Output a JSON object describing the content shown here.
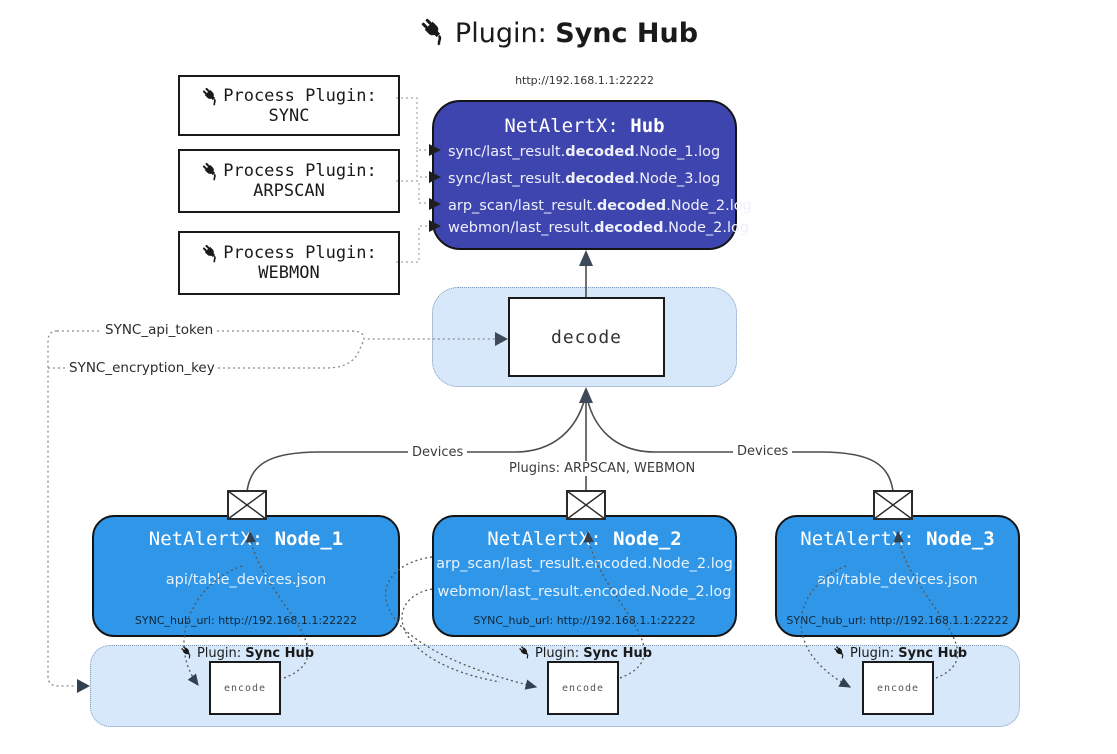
{
  "title": {
    "prefix": "Plugin: ",
    "bold": "Sync Hub"
  },
  "process_plugins": [
    {
      "label": "Process Plugin:",
      "name": "SYNC"
    },
    {
      "label": "Process Plugin:",
      "name": "ARPSCAN"
    },
    {
      "label": "Process Plugin:",
      "name": "WEBMON"
    }
  ],
  "hub": {
    "url": "http://192.168.1.1:22222",
    "title_prefix": "NetAlertX: ",
    "title_bold": "Hub",
    "lines": [
      {
        "prefix": "sync/last_result.",
        "bold": "decoded",
        "suffix": ".Node_1.log"
      },
      {
        "prefix": "sync/last_result.",
        "bold": "decoded",
        "suffix": ".Node_3.log"
      },
      {
        "prefix": "arp_scan/last_result.",
        "bold": "decoded",
        "suffix": ".Node_2.log"
      },
      {
        "prefix": "webmon/last_result.",
        "bold": "decoded",
        "suffix": ".Node_2.log"
      }
    ]
  },
  "decode_label": "decode",
  "tokens": {
    "api_token": "SYNC_api_token",
    "encryption_key": "SYNC_encryption_key"
  },
  "edge_labels": {
    "devices_left": "Devices",
    "plugins_center": "Plugins: ARPSCAN, WEBMON",
    "devices_right": "Devices"
  },
  "nodes": [
    {
      "title_prefix": "NetAlertX: ",
      "title_bold": "Node_1",
      "files": [
        "api/table_devices.json"
      ],
      "footer": "SYNC_hub_url: http://192.168.1.1:22222"
    },
    {
      "title_prefix": "NetAlertX: ",
      "title_bold": "Node_2",
      "files": [
        "arp_scan/last_result.encoded.Node_2.log",
        "webmon/last_result.encoded.Node_2.log"
      ],
      "footer": "SYNC_hub_url: http://192.168.1.1:22222"
    },
    {
      "title_prefix": "NetAlertX: ",
      "title_bold": "Node_3",
      "files": [
        "api/table_devices.json"
      ],
      "footer": "SYNC_hub_url: http://192.168.1.1:22222"
    }
  ],
  "encode_groups": [
    {
      "label_prefix": "Plugin: ",
      "label_bold": "Sync Hub",
      "box_label": "encode"
    },
    {
      "label_prefix": "Plugin: ",
      "label_bold": "Sync Hub",
      "box_label": "encode"
    },
    {
      "label_prefix": "Plugin: ",
      "label_bold": "Sync Hub",
      "box_label": "encode"
    }
  ],
  "colors": {
    "hub_fill": "#3f45ae",
    "node_fill": "#2f96e8",
    "panel_fill": "#d7e8fa",
    "panel_border": "#7f99b8",
    "arrow_dark": "#3e4a5a"
  }
}
